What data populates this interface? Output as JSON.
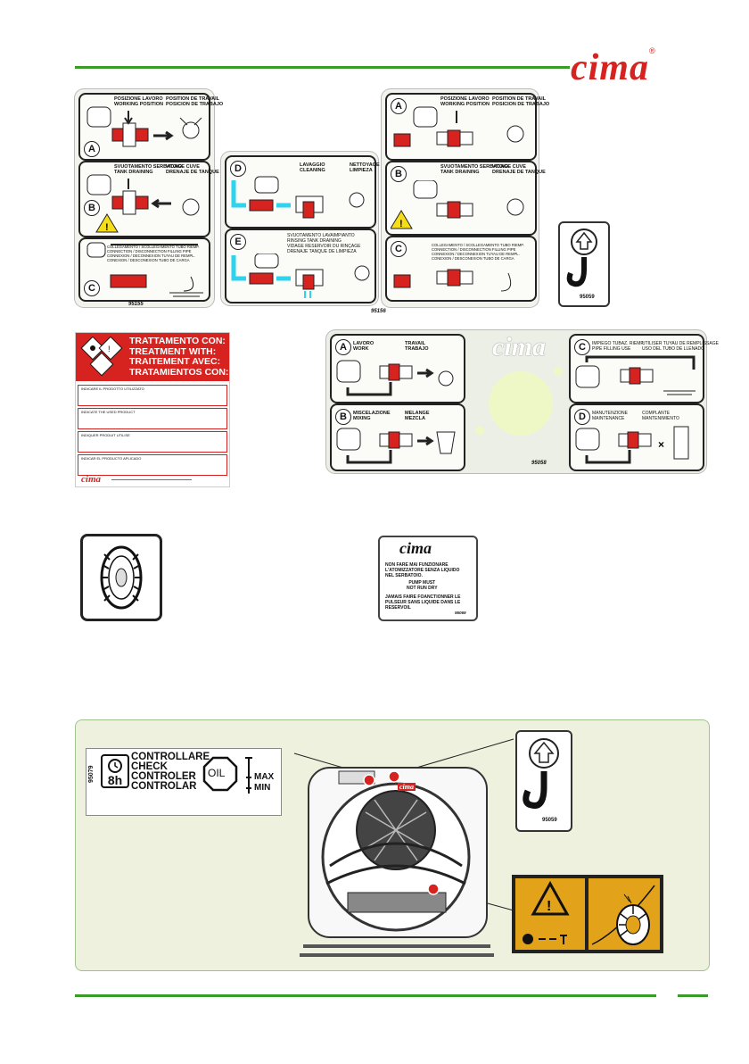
{
  "header": {
    "brand": "cima",
    "registered": "®"
  },
  "label_95155": {
    "code": "95155",
    "a_title": "POSIZIONE LAVORO\nWORKING POSITION",
    "a_title_fr": "POSITION DE TRAVAIL\nPOSICION DE TRABAJO",
    "b_title": "SVUOTAMENTO SERBATOIO\nTANK DRAINING",
    "b_title_fr": "VIDAGE CUVE\nDRENAJE DE TANQUE",
    "c_title": "COLLEGAMENTO / SCOLLEGAMENTO TUBO RIEMP.\nCONNECTION / DISCONNECTION FILLING PIPE\nCONNEXION / DECONNEXION TUYAU DE REMPL.\nCONEXION / DESCONEXION TUBO DE CARGA",
    "letters": [
      "A",
      "B",
      "C"
    ]
  },
  "label_95156": {
    "code": "95156",
    "d_title": "LAVAGGIO\nCLEANING",
    "d_title_fr": "NETTOYAGE\nLIMPIEZA",
    "e_title": "SVUOTAMENTO LAVAIMPIANTO\nRINSING TANK DRAINING\nVIDAGE RESERVOIR DU RINÇAGE\nDRENAJE TANQUE DE LIMPIEZA",
    "letters": [
      "D",
      "E"
    ]
  },
  "label_hook": {
    "code": "95059"
  },
  "label_treatment": {
    "lines": [
      "TRATTAMENTO CON:",
      "TREATMENT WITH:",
      "TRAITEMENT AVEC:",
      "TRATAMIENTOS CON:"
    ],
    "rows": [
      "INDICARE IL PRODOTTO UTILIZZATO",
      "INDICATE THE USED PRODUCT",
      "INDIQUER PRODUIT UTILISE",
      "INDICAR EL PRODUCTO APLICADO"
    ],
    "brand": "cima"
  },
  "label_95058": {
    "code": "95058",
    "brand": "cima",
    "a_title": "LAVORO\nWORK",
    "a_title_fr": "TRAVAIL\nTRABAJO",
    "b_title": "MISCELAZIONE\nMIXING",
    "b_title_fr": "MELANGE\nMEZCLA",
    "c_title": "IMPIEGO TUBAZ. RIEMP.\nPIPE FILLING USE",
    "c_title_fr": "UTILISER TUYAU DE REMPLISSAGE\nUSO DEL TUBO DE LLENADO",
    "d_title": "MANUTENZIONE\nMAINTENANCE",
    "d_title_fr": "COMPLANTE\nMANTENIMIENTO",
    "letters": [
      "A",
      "B",
      "C",
      "D"
    ]
  },
  "label_pump": {
    "brand": "cima",
    "line1": "NON FARE MAI FUNZIONARE\nL'ATOMIZZATORE SENZA LIQUIDO\nNEL SERBATOIO.",
    "line2": "PUMP MUST\nNOT RUN DRY",
    "line3": "JAMAIS FAIRE FOANCTIONNER LE\nPULSEUR SANS LIQUIDE DANS LE\nRESERVOIL",
    "code": "95069"
  },
  "label_oil": {
    "code": "95079",
    "hours": "8h",
    "lines": [
      "CONTROLLARE",
      "CHECK",
      "CONTROLER",
      "CONTROLAR"
    ],
    "oil": "OIL",
    "max": "MAX",
    "min": "MIN"
  },
  "label_hook_big": {
    "code": "95059"
  },
  "machine": {
    "brand": "cima"
  }
}
